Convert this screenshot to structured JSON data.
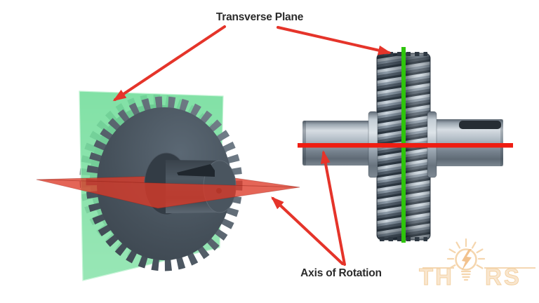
{
  "labels": {
    "transverse_plane": "Transverse Plane",
    "axis_of_rotation": "Axis of Rotation"
  },
  "logo": {
    "text_left": "TH",
    "text_right": "RS",
    "brand": "THORS"
  },
  "colors": {
    "annotation_red": "#e5342a",
    "axis_line_red": "#ef1d12",
    "axis_plane_red": "#dd3a28",
    "transverse_line_green": "#2ec40c",
    "transverse_plane_green": "#6fdd99",
    "logo_orange": "#f5d6ae",
    "label_text": "#2b2b2b"
  }
}
